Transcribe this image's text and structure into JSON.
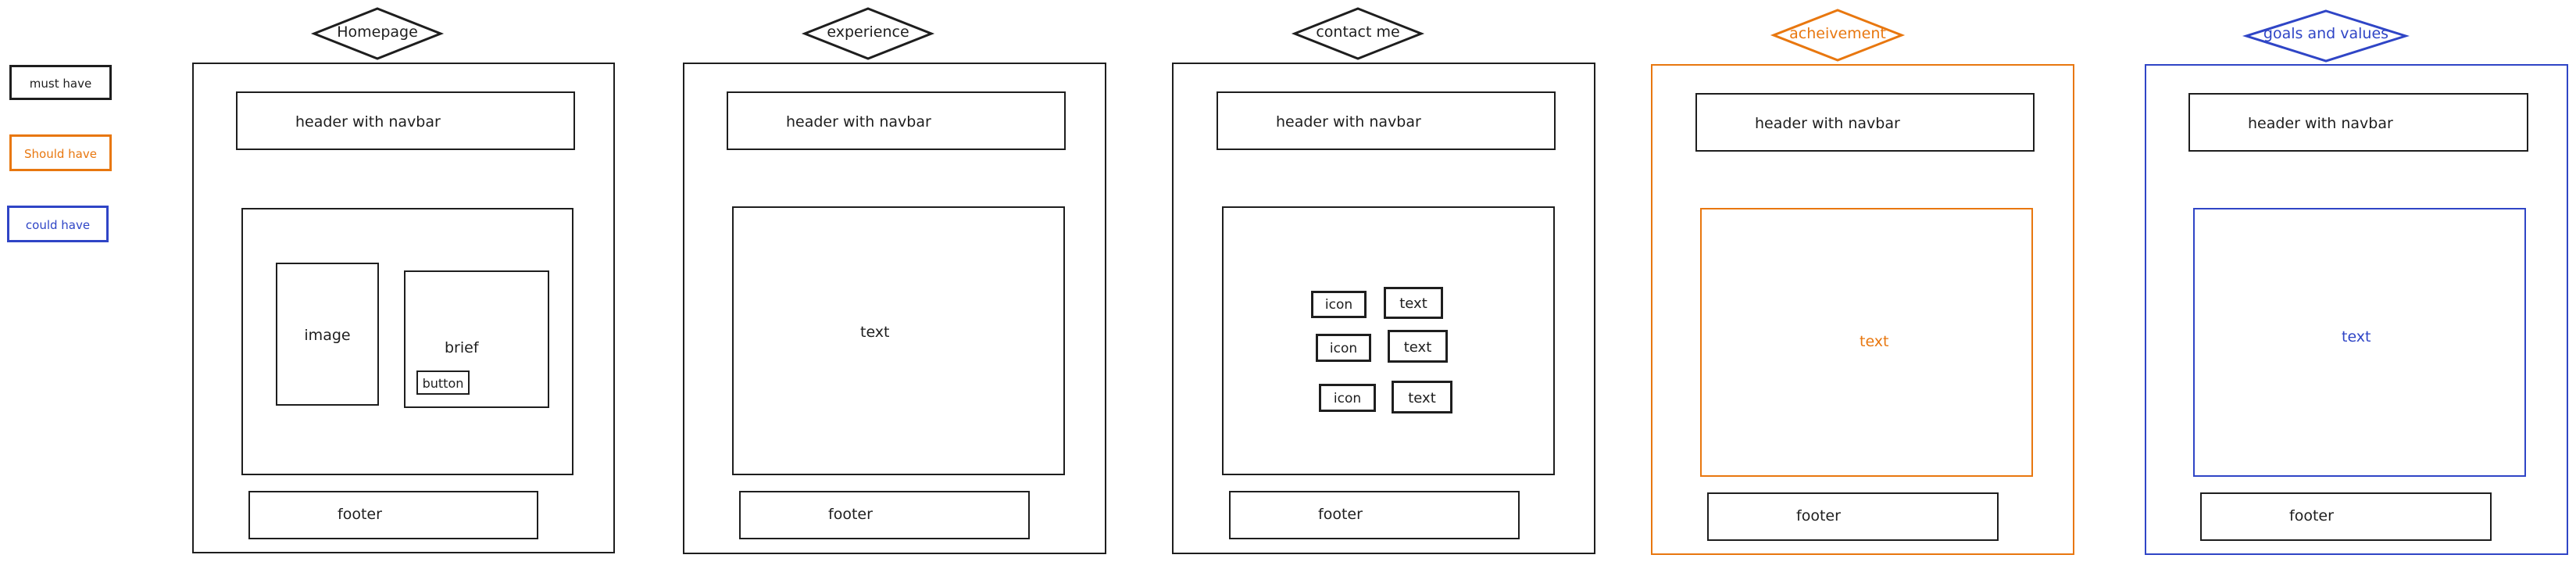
{
  "colors": {
    "must": "#1e1e1e",
    "should": "#e8770f",
    "could": "#2f45c6"
  },
  "legend": [
    {
      "label": "must have",
      "priority": "must"
    },
    {
      "label": "Should have",
      "priority": "should"
    },
    {
      "label": "could have",
      "priority": "could"
    }
  ],
  "pages": [
    {
      "title": "Homepage",
      "priority": "must",
      "header": "header with navbar",
      "content": {
        "image": "image",
        "brief": "brief",
        "button": "button"
      },
      "footer": "footer"
    },
    {
      "title": "experience",
      "priority": "must",
      "header": "header with navbar",
      "content": {
        "text": "text"
      },
      "footer": "footer"
    },
    {
      "title": "contact me",
      "priority": "must",
      "header": "header with navbar",
      "content": {
        "rows": [
          {
            "icon": "icon",
            "text": "text"
          },
          {
            "icon": "icon",
            "text": "text"
          },
          {
            "icon": "icon",
            "text": "text"
          }
        ]
      },
      "footer": "footer"
    },
    {
      "title": "acheivement",
      "priority": "should",
      "header": "header with navbar",
      "content": {
        "text": "text"
      },
      "footer": "footer"
    },
    {
      "title": "goals and values",
      "priority": "could",
      "header": "header with navbar",
      "content": {
        "text": "text"
      },
      "footer": "footer"
    }
  ]
}
